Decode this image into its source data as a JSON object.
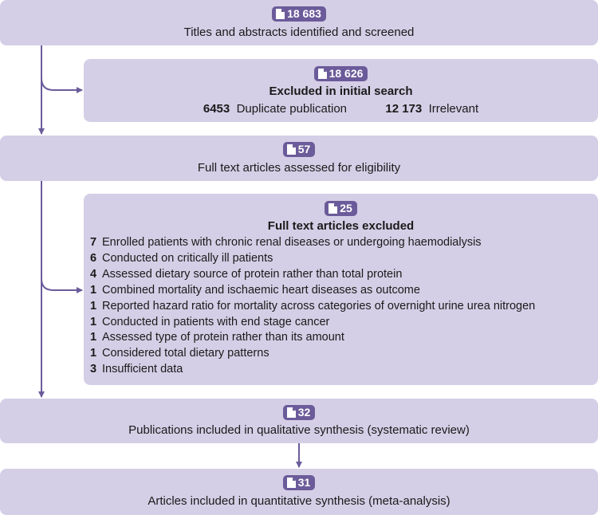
{
  "nodes": {
    "identified": {
      "count": "18 683",
      "label": "Titles and abstracts identified and screened"
    },
    "excluded_initial": {
      "count": "18 626",
      "title": "Excluded in initial search",
      "items": [
        {
          "count": "6453",
          "label": "Duplicate publication"
        },
        {
          "count": "12 173",
          "label": "Irrelevant"
        }
      ]
    },
    "assessed": {
      "count": "57",
      "label": "Full text articles assessed for eligibility"
    },
    "excluded_fulltext": {
      "count": "25",
      "title": "Full text articles excluded",
      "reasons": [
        {
          "count": "7",
          "label": "Enrolled patients with chronic renal diseases or undergoing haemodialysis"
        },
        {
          "count": "6",
          "label": "Conducted on critically ill patients"
        },
        {
          "count": "4",
          "label": "Assessed dietary source of protein rather than total protein"
        },
        {
          "count": "1",
          "label": "Combined mortality and ischaemic heart diseases as outcome"
        },
        {
          "count": "1",
          "label": "Reported hazard ratio for mortality across categories of overnight urine urea nitrogen"
        },
        {
          "count": "1",
          "label": "Conducted in patients with end stage cancer"
        },
        {
          "count": "1",
          "label": "Assessed type of protein rather than its amount"
        },
        {
          "count": "1",
          "label": "Considered total dietary patterns"
        },
        {
          "count": "3",
          "label": "Insufficient data"
        }
      ]
    },
    "qualitative": {
      "count": "32",
      "label": "Publications included in qualitative synthesis (systematic review)"
    },
    "quantitative": {
      "count": "31",
      "label": "Articles included in quantitative synthesis (meta-analysis)"
    }
  },
  "colors": {
    "box_fill": "#d4cfe6",
    "badge_fill": "#6b5b9a",
    "connector": "#6b5b9a"
  },
  "icon": "document-icon"
}
